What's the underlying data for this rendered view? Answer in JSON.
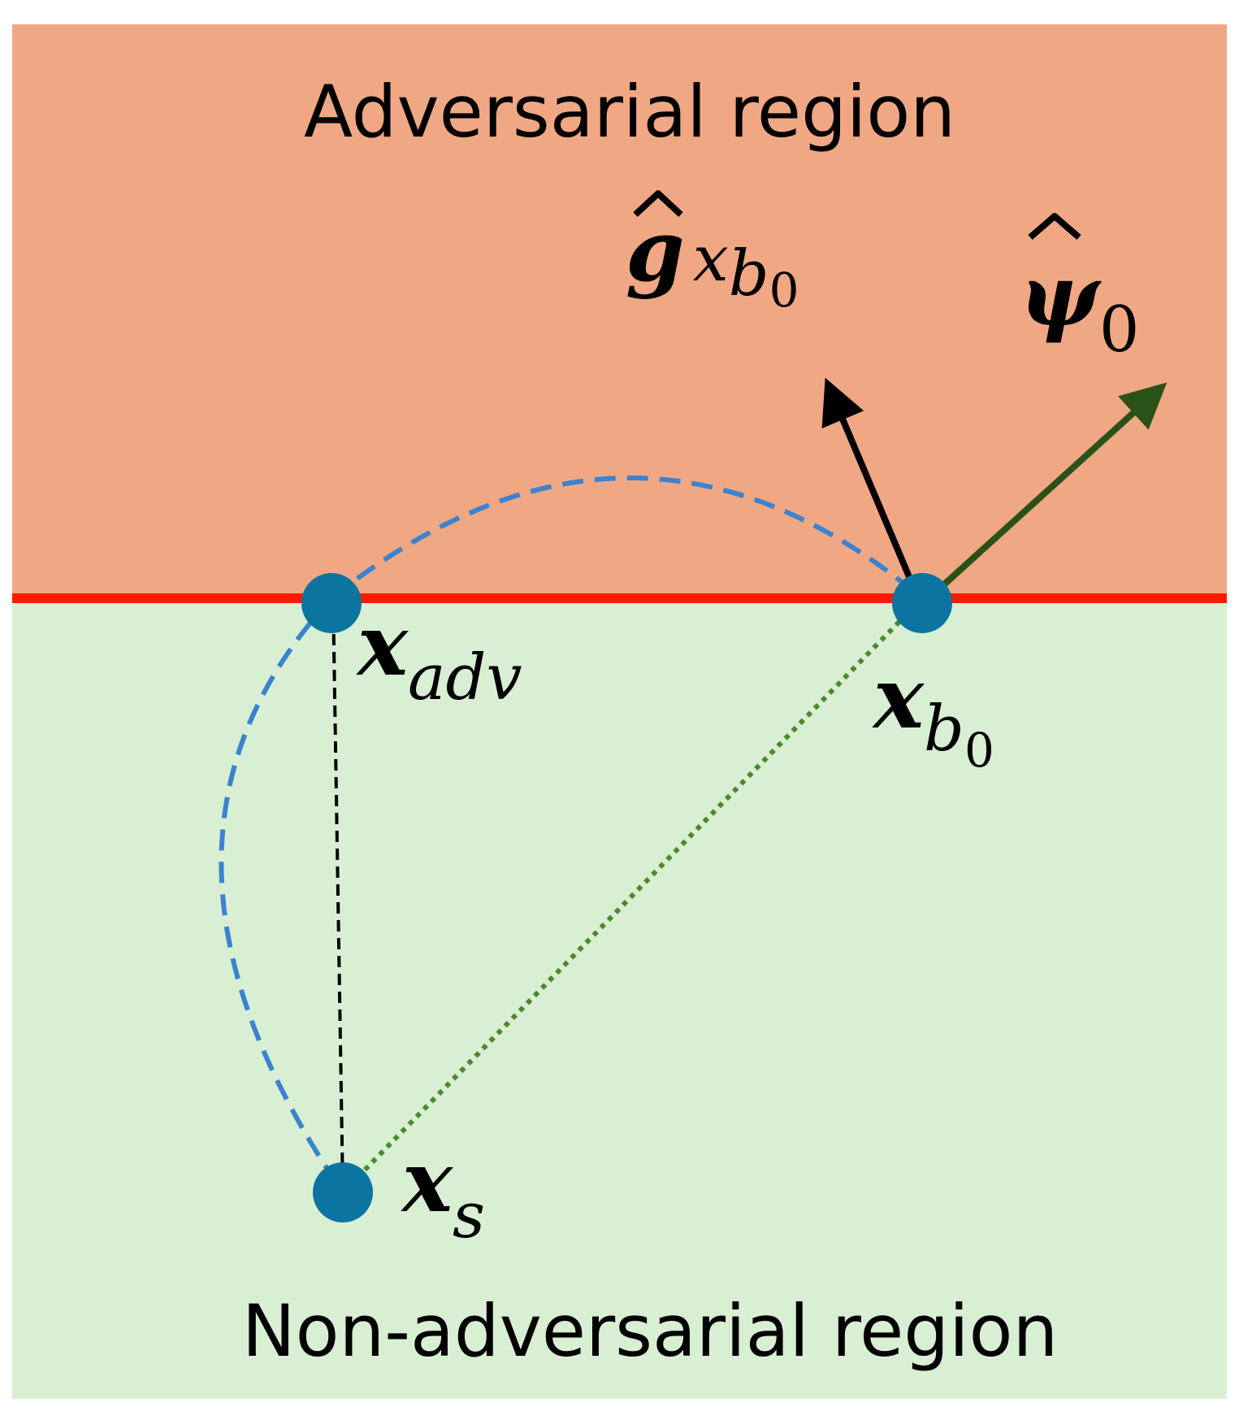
{
  "regions": {
    "adversarial_label": "Adversarial region",
    "non_adversarial_label": "Non-adversarial region"
  },
  "points": {
    "x_adv": {
      "base": "x",
      "sub": "adv"
    },
    "x_b0": {
      "base": "x",
      "sub": "b",
      "subsub": "0"
    },
    "x_s": {
      "base": "x",
      "sub": "s"
    }
  },
  "vectors": {
    "g_hat": {
      "base": "g",
      "sub": "x",
      "subsub": "b",
      "subsubsub": "0"
    },
    "psi_hat": {
      "base": "ψ",
      "sub": "0"
    }
  },
  "colors": {
    "adversarial_fill": "#f0a884",
    "non_adversarial_fill": "#d9efd3",
    "boundary": "#ff1a00",
    "point": "#0b74a0",
    "arc_dash": "#3b82d0",
    "green_dotted": "#4a8a2a",
    "psi_arrow": "#2a5218",
    "g_arrow": "#000000",
    "black_dashed": "#000000"
  }
}
